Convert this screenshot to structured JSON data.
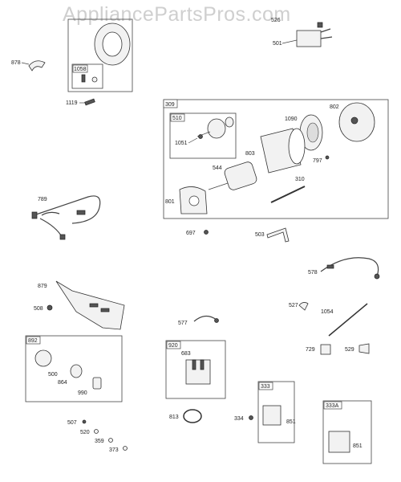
{
  "watermark": "AppliancePartsPros.com",
  "labels": {
    "p526": "526",
    "p501": "501",
    "p878": "878",
    "p1058": "1058",
    "p1119": "1119",
    "p309": "309",
    "p510": "510",
    "p1090": "1090",
    "p802": "802",
    "p1051": "1051",
    "p803": "803",
    "p797": "797",
    "p544": "544",
    "p310": "310",
    "p801": "801",
    "p789": "789",
    "p697": "697",
    "p503": "503",
    "p578": "578",
    "p879": "879",
    "p508": "508",
    "p527": "527",
    "p1054": "1054",
    "p577": "577",
    "p729": "729",
    "p529": "529",
    "p892": "892",
    "p920": "920",
    "p683": "683",
    "p500": "500",
    "p864": "864",
    "p990": "990",
    "p333": "333",
    "p334": "334",
    "p851a": "851",
    "p333A": "333A",
    "p851b": "851",
    "p813": "813",
    "p507": "507",
    "p520": "520",
    "p359": "359",
    "p373": "373"
  }
}
